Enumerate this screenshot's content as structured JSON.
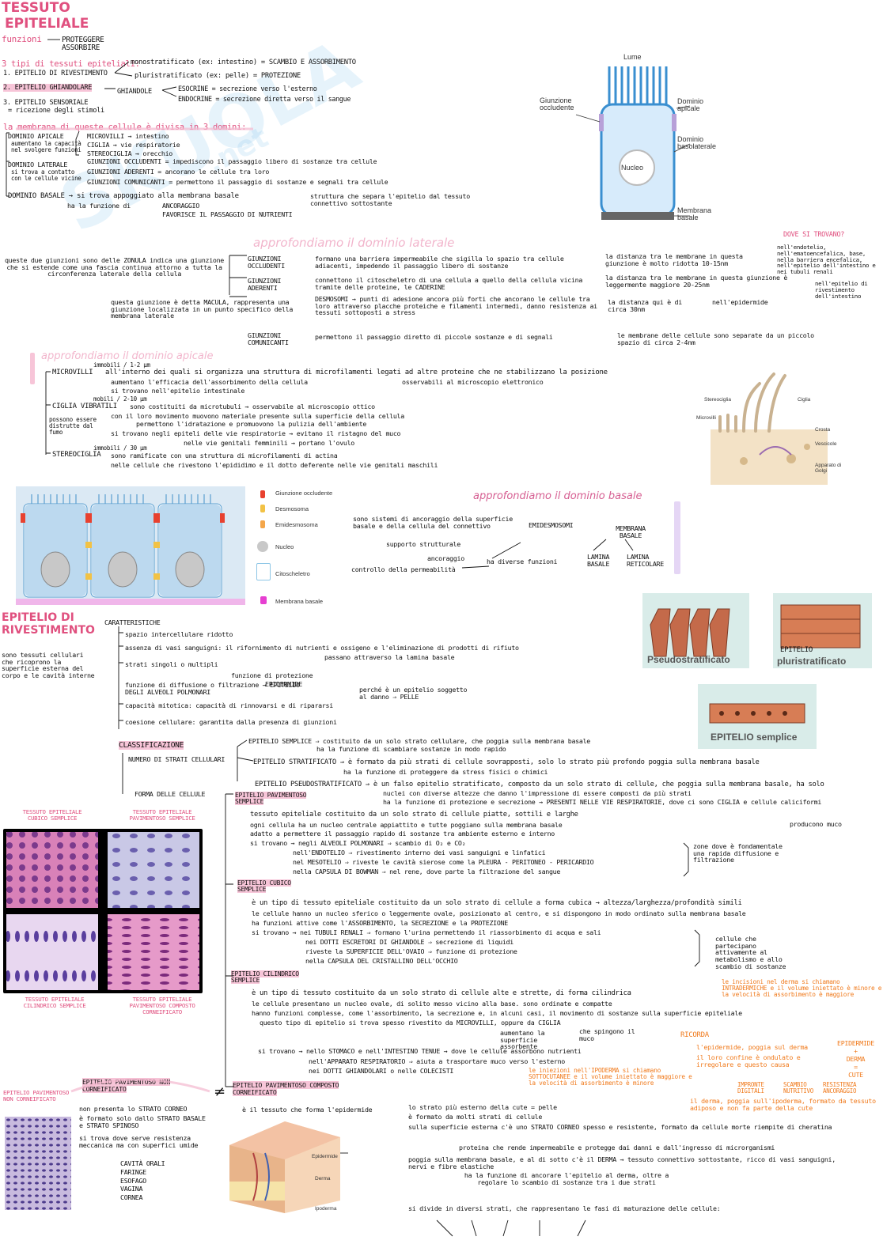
{
  "title": {
    "line1": "TESSUTO",
    "line2": "EPITELIALE"
  },
  "funzioni": {
    "label": "funzioni",
    "items": [
      "PROTEGGERE",
      "ASSORBIRE"
    ]
  },
  "intro": {
    "tipi": "3 tipi di tessuti epiteliali:",
    "e1": "1. EPITELIO DI RIVESTIMENTO",
    "e1a": "monostratificato (ex: intestino) = SCAMBIO E ASSORBIMENTO",
    "e1b": "pluristratificato (ex: pelle) = PROTEZIONE",
    "e2": "2. EPITELIO GHIANDOLARE",
    "e2g": "GHIANDOLE",
    "e2a": "ESOCRINE = secrezione verso l'esterno",
    "e2b": "ENDOCRINE = secrezione diretta verso il sangue",
    "e3": "3. EPITELIO SENSORIALE",
    "e3a": "= ricezione degli stimoli"
  },
  "domini": {
    "header": "la membrana di queste cellule è divisa in 3 domini:",
    "apicale": "DOMINIO APICALE",
    "apicale_note": "aumentano la capacità nel svolgere funzioni",
    "ap1": "MICROVILLI → intestino",
    "ap2": "CIGLIA → vie respiratorie",
    "ap3": "STEREOCIGLIA → orecchio",
    "laterale": "DOMINIO LATERALE",
    "laterale_note": "si trova a contatto con le cellule vicine",
    "l1": "GIUNZIONI OCCLUDENTI = impediscono il passaggio libero di sostanze tra cellule",
    "l2": "GIUNZIONI ADERENTI = ancorano le cellule tra loro",
    "l3": "GIUNZIONI COMUNICANTI = permettono il passaggio di sostanze e segnali tra cellule",
    "basale": "DOMINIO BASALE → si trova appoggiato alla membrana basale",
    "basale_b": "struttura che separa l'epitelio dal tessuto connettivo sottostante",
    "basale_fn": "ha la funzione di",
    "b1": "ANCORAGGIO",
    "b2": "FAVORISCE IL PASSAGGIO DI NUTRIENTI"
  },
  "fig_cell": {
    "lume": "Lume",
    "giunz": "Giunzione occludente",
    "apicale": "Dominio apicale",
    "baso": "Dominio basolaterale",
    "nucleo": "Nucleo",
    "membrana": "Membrana basale"
  },
  "laterale": {
    "title": "approfondiamo il dominio laterale",
    "dove": "DOVE SI TROVANO?",
    "zonula": "queste due giunzioni sono delle ZONULA indica una giunzione che si estende come una fascia continua attorno a tutta la circonferenza laterale della cellula",
    "occ": "GIUNZIONI OCCLUDENTI",
    "occ_d": "formano una barriera impermeabile che sigilla lo spazio tra cellule adiacenti, impedendo il passaggio libero di sostanze",
    "occ_dist": "la distanza tra le membrane in questa giunzione è molto ridotta 10-15nm",
    "occ_dove": "nell'endotelio, nell'ematoencefalica, base, nella barriera encefalica, nell'epitelio dell'intestino e nei tubuli renali",
    "ad": "GIUNZIONI ADERENTI",
    "ad_d": "connettono il citoscheletro di una cellula a quello della cellula vicina tramite delle proteine, le CADERINE",
    "ad_dist": "la distanza tra le membrane in questa giunzione è leggermente maggiore 20-25nm",
    "ad_dove": "nell'epitelio di rivestimento dell'intestino",
    "desm": "DESMOSOMI → punti di adesione ancora più forti che ancorano le cellule tra loro attraverso placche proteiche e filamenti intermedi, danno resistenza ai tessuti sottoposti a stress",
    "macula": "questa giunzione è detta MACULA, rappresenta una giunzione localizzata in un punto specifico della membrana laterale",
    "desm_dist": "la distanza qui è di circa 30nm",
    "desm_dove": "nell'epidermide",
    "com": "GIUNZIONI COMUNICANTI",
    "com_d": "permettono il passaggio diretto di piccole sostanze e di segnali",
    "com_dist": "le membrane delle cellule sono separate da un piccolo spazio di circa 2-4nm"
  },
  "apicale": {
    "title": "approfondiamo il dominio apicale",
    "mv": "MICROVILLI",
    "mv_imm": "immobili / 1-2 μm",
    "mv_d": "all'interno dei quali si organizza una struttura di microfilamenti legati ad altre proteine che ne stabilizzano la posizione",
    "mv_d2": "aumentano l'efficacia dell'assorbimento della cellula",
    "mv_d2b": "osservabili al microscopio elettronico",
    "mv_d3": "si trovano nell'epitelio intestinale",
    "cv": "CIGLIA VIBRATILI",
    "cv_mob": "mobili / 2-10 μm",
    "cv_d": "sono costituiti da microtubuli → osservabile al microscopio ottico",
    "cv_note": "possono essere distrutte dal fumo",
    "cv_d2": "con il loro movimento muovono materiale presente sulla superficie della cellula",
    "cv_d2b": "permettono l'idratazione e promuovono la pulizia dell'ambiente",
    "cv_d3": "si trovano negli epiteli delle vie respiratorie → evitano il ristagno del muco",
    "cv_d4": "nelle vie genitali femminili → portano l'ovulo",
    "st": "STEREOCIGLIA",
    "st_imm": "immobili / 30 μm",
    "st_d": "sono ramificate con una struttura di microfilamenti di actina",
    "st_d2": "nelle cellule che rivestono l'epididimo e il dotto deferente nelle vie genitali maschili"
  },
  "fig_apical": {
    "stereo": "Stereociglia",
    "ciglia": "Ciglia",
    "micro": "Microvilli",
    "crosta": "Crosta",
    "vesc": "Vescicole",
    "golgi": "Apparato di Golgi"
  },
  "fig_junc": {
    "legend": [
      "Giunzione occludente",
      "Desmosoma",
      "Emidesmosoma",
      "Nucleo",
      "Citoscheletro",
      "Membrana basale"
    ],
    "colors": [
      "#e8412f",
      "#f2c245",
      "#f4a64a",
      "#c8c8c8",
      "#8ec6e6",
      "#e63fd1"
    ]
  },
  "basale": {
    "title": "approfondiamo il dominio basale",
    "emi_d": "sono sistemi di ancoraggio della superficie basale e della cellula del connettivo",
    "emi": "EMIDESMOSOMI",
    "mb": "MEMBRANA BASALE",
    "fn": "ha diverse funzioni",
    "f1": "supporto strutturale",
    "f2": "ancoraggio",
    "f3": "controllo della permeabilità",
    "lam1": "LAMINA BASALE",
    "lam2": "LAMINA RETICOLARE"
  },
  "riv": {
    "title": "EPITELIO DI RIVESTIMENTO",
    "desc": "sono tessuti cellulari che ricoprono la superficie esterna del corpo e le cavità interne",
    "car": "CARATTERISTICHE",
    "c1": "spazio intercellulare ridotto",
    "c2": "assenza di vasi sanguigni: il rifornimento di nutrienti e ossigeno e l'eliminazione di prodotti di rifiuto",
    "c2b": "passano attraverso la lamina basale",
    "c3": "strati singoli o multipli",
    "c3a": "funzione di protezione",
    "c3b": "EPIDERMIDE",
    "c3c": "funzione di diffusione o filtrazione → EPITELIO DEGLI ALVEOLI POLMONARI",
    "c3d": "perché è un epitelio soggetto al danno ⇒ PELLE",
    "c4": "capacità mitotica: capacità di rinnovarsi e di ripararsi",
    "c5": "coesione cellulare: garantita dalla presenza di giunzioni"
  },
  "fig_types": {
    "pseudo": "Pseudostratificato",
    "pluri1": "EPITELIO",
    "pluri2": "pluristratificato",
    "semp": "EPITELIO semplice"
  },
  "class": {
    "title": "CLASSIFICAZIONE",
    "nstrati": "NUMERO DI STRATI CELLULARI",
    "ep_s": "EPITELIO SEMPLICE ⇒ costituito da un solo strato cellulare, che poggia sulla membrana basale",
    "ep_s2": "ha la funzione di scambiare sostanze in modo rapido",
    "ep_st": "EPITELIO STRATIFICATO ⇒ è formato da più strati di cellule sovrapposti, solo lo strato più profondo poggia sulla membrana basale",
    "ep_st2": "ha la funzione di proteggere da stress fisici o chimici",
    "ep_ps": "EPITELIO PSEUDOSTRATIFICATO ⇒ è un falso epitelio stratificato, composto da un solo strato di cellule, che poggia sulla membrana basale, ha solo",
    "ep_ps2": "nuclei con diverse altezze che danno l'impressione di essere composti da più strati",
    "ep_ps3": "ha la funzione di protezione e secrezione → PRESENTI NELLE VIE RESPIRATORIE, dove ci sono CIGLIA e cellule caliciformi",
    "muco": "producono muco",
    "forma": "FORMA DELLE CELLULE"
  },
  "pav": {
    "title": "EPITELIO PAVIMENTOSO SEMPLICE",
    "d1": "tessuto epiteliale costituito da un solo strato di cellule piatte, sottili e larghe",
    "d2": "ogni cellula ha un nucleo centrale appiattito e tutte poggiano sulla membrana basale",
    "d3": "adatto a permettere il passaggio rapido di sostanze tra ambiente esterno e interno",
    "d4": "si trovano → negli ALVEOLI POLMONARI ⇒ scambio di O₂ e CO₂",
    "d5": "nell'ENDOTELIO ⇒ rivestimento interno dei vasi sanguigni e linfatici",
    "d6": "nel MESOTELIO ⇒ riveste le cavità sierose come la PLEURA - PERITONEO - PERICARDIO",
    "d7": "nella CAPSULA DI BOWMAN ⇒ nel rene, dove parte la filtrazione del sangue",
    "zone": "zone dove è fondamentale una rapida diffusione e filtrazione"
  },
  "cub": {
    "title": "EPITELIO CUBICO SEMPLICE",
    "d1": "è un tipo di tessuto epiteliale costituito da un solo strato di cellule a forma cubica → altezza/larghezza/profondità simili",
    "d2": "le cellule hanno un nucleo sferico o leggermente ovale, posizionato al centro, e si dispongono in modo ordinato sulla membrana basale",
    "d3": "ha funzioni attive come l'ASSORBIMENTO, la SECREZIONE e la PROTEZIONE",
    "d4": "si trovano → nei TUBULI RENALI ⇒ formano l'urina permettendo il riassorbimento di acqua e sali",
    "d5": "nei DOTTI ESCRETORI DI GHIANDOLE ⇒ secrezione di liquidi",
    "d6": "riveste la SUPERFICIE DELL'OVAIO ⇒ funzione di protezione",
    "d7": "nella CAPSULA DEL CRISTALLINO DELL'OCCHIO",
    "side": "cellule che partecipano attivamente al metabolismo e allo scambio di sostanze"
  },
  "cil": {
    "title": "EPITELIO CILINDRICO SEMPLICE",
    "d1": "è un tipo di tessuto costituito da un solo strato di cellule alte e strette, di forma cilindrica",
    "d2": "le cellule presentano un nucleo ovale, di solito messo vicino alla base. sono ordinate e compatte",
    "d3": "hanno funzioni complesse, come l'assorbimento, la secrezione e, in alcuni casi, il movimento di sostanze sulla superficie epiteliale",
    "d4": "questo tipo di epitelio si trova spesso rivestito da MICROVILLI, oppure da CIGLIA",
    "d5": "aumentano la superficie assorbente",
    "d6": "che spingono il muco",
    "d7": "si trovano → nello STOMACO e nell'INTESTINO TENUE → dove le cellule assorbono nutrienti",
    "d8": "nell'APPARATO RESPIRATORIO ⇒ aiuta a trasportare muco verso l'esterno",
    "d9": "nei DOTTI GHIANDOLARI o nelle COLECISTI",
    "or1": "le incisioni nel derma si chiamano INTRADERMICHE e il volume iniettato è minore e la velocità di assorbimento è maggiore",
    "or2": "le iniezioni nell'IPODERMA si chiamano SOTTOCUTANEE e il volume iniettato è maggiore e la velocità di assorbimento è minore"
  },
  "ricorda": {
    "title": "RICORDA",
    "d1": "l'epidermide, poggia sul derma",
    "d2": "il loro confine è ondulato e irregolare e questo causa",
    "d3": "IMPRONTE DIGITALI",
    "d4": "SCAMBIO NUTRITIVO",
    "d5": "RESISTENZA ANCORAGGIO",
    "d6": "il derma, poggia sull'ipoderma, formato da tessuto adiposo e non fa parte della cute",
    "side": [
      "EPIDERMIDE",
      "+",
      "DERMA",
      "=",
      "CUTE"
    ]
  },
  "nc": {
    "title": "EPITELIO PAVIMENTOSO NON CORNEIFICATO",
    "d1": "non presenta lo STRATO CORNEO",
    "d2": "è formato solo dallo STRATO BASALE e STRATO SPINOSO",
    "d3": "si trova dove serve resistenza meccanica ma con superfici umide",
    "list": [
      "CAVITÀ ORALI",
      "FARINGE",
      "ESOFAGO",
      "VAGINA",
      "CORNEA"
    ],
    "neq": "≠"
  },
  "corn": {
    "title": "EPITELIO PAVIMENTOSO COMPOSTO CORNEIFICATO",
    "d0": "è il tessuto che forma l'epidermide",
    "d1": "lo strato più esterno della cute = pelle",
    "d2": "è formato da molti strati di cellule",
    "d3": "sulla superficie esterna c'è uno STRATO CORNEO spesso e resistente, formato da cellule morte riempite di cheratina",
    "d4": "proteina che rende impermeabile e protegge dai danni e dall'ingresso di microrganismi",
    "d5": "poggia sulla membrana basale, e al di sotto c'è il DERMA → tessuto connettivo sottostante, ricco di vasi sanguigni, nervi e fibre elastiche",
    "d6": "ha la funzione di ancorare l'epitelio al derma, oltre a regolare lo scambio di sostanze tra i due strati",
    "d7": "si divide in diversi strati, che rappresentano le fasi di maturazione delle cellule:"
  },
  "micro_labels": {
    "cub": "TESSUTO EPITELIALE CUBICO SEMPLICE",
    "pav": "TESSUTO EPITELIALE PAVIMENTOSO SEMPLICE",
    "cil": "TESSUTO EPITELIALE CILINDRICO SEMPLICE",
    "comp": "TESSUTO EPITELIALE PAVIMENTOSO COMPOSTO CORNEIFICATO",
    "nc": "EPITELIO PAVIMENTOSO NON CORNEIFICATO"
  },
  "skin": {
    "epi": "Epidermide",
    "derma": "Derma",
    "ipo": "Ipoderma"
  }
}
